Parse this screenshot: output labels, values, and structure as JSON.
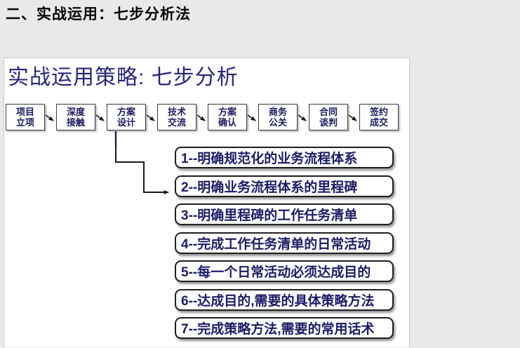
{
  "page": {
    "heading": "二、实战运用：七步分析法"
  },
  "slide": {
    "title": "实战运用策略: 七步分析",
    "flow_steps": [
      {
        "line1": "项目",
        "line2": "立项"
      },
      {
        "line1": "深度",
        "line2": "接触"
      },
      {
        "line1": "方案",
        "line2": "设计"
      },
      {
        "line1": "技术",
        "line2": "交流"
      },
      {
        "line1": "方案",
        "line2": "确认"
      },
      {
        "line1": "商务",
        "line2": "公关"
      },
      {
        "line1": "合同",
        "line2": "谈判"
      },
      {
        "line1": "签约",
        "line2": "成交"
      }
    ],
    "analysis_items": [
      "1--明确规范化的业务流程体系",
      "2--明确业务流程体系的里程碑",
      "3--明确里程碑的工作任务清单",
      "4--完成工作任务清单的日常活动",
      "5--每一个日常活动必须达成目的",
      "6--达成目的,需要的具体策略方法",
      "7--完成策略方法,需要的常用话术"
    ],
    "colors": {
      "page_background": "#e9e9e9",
      "slide_background": "#ffffff",
      "heading_text": "#050505",
      "title_text": "#28247a",
      "flow_text": "#1b1a5e",
      "item_text": "#1c1b66",
      "connector": "#1a1a1a"
    }
  }
}
